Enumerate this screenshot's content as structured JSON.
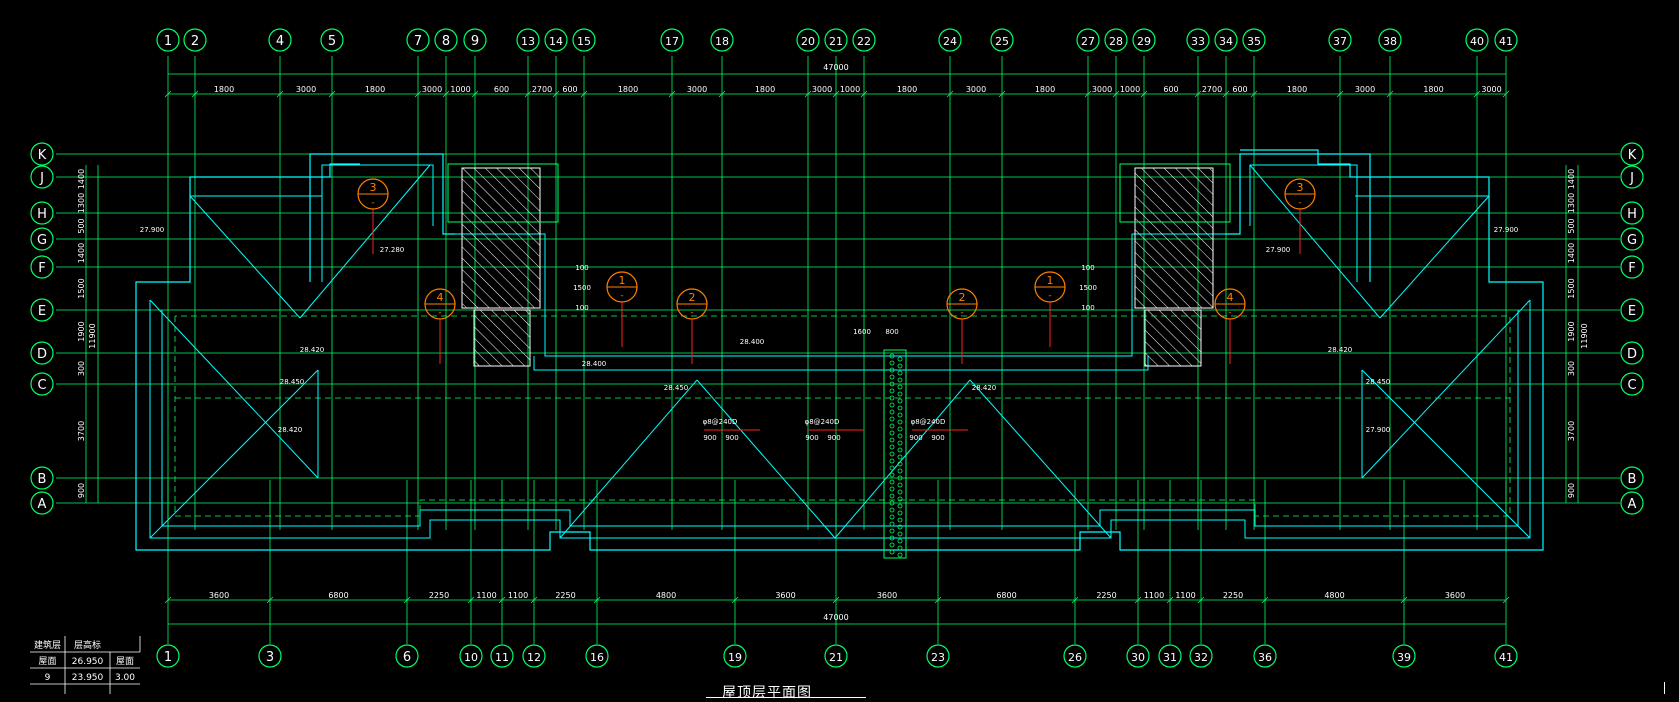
{
  "drawing": {
    "title": "屋顶层平面图",
    "total_dimension": "47000",
    "colors": {
      "background": "#000000",
      "axis": "#00ff66",
      "wall": "#00ffff",
      "tag": "#ff7f00",
      "red": "#ff2020",
      "white": "#ffffff",
      "blue": "#3366ff"
    }
  },
  "grid_top": [
    "1",
    "2",
    "4",
    "5",
    "7",
    "8",
    "9",
    "13",
    "14",
    "15",
    "17",
    "18",
    "20",
    "21",
    "22",
    "24",
    "25",
    "27",
    "28",
    "29",
    "33",
    "34",
    "35",
    "37",
    "38",
    "40",
    "41"
  ],
  "grid_bottom": [
    "1",
    "3",
    "6",
    "10",
    "11",
    "12",
    "16",
    "19",
    "21",
    "23",
    "26",
    "30",
    "31",
    "32",
    "36",
    "39",
    "41"
  ],
  "grid_rows": [
    "K",
    "J",
    "H",
    "G",
    "F",
    "E",
    "D",
    "C",
    "B",
    "A"
  ],
  "dims_top": [
    "1800",
    "3000",
    "1800",
    "3000",
    "1000",
    "600",
    "2700",
    "600",
    "1800",
    "3000",
    "1800",
    "3000",
    "1000",
    "1800",
    "3000",
    "1800",
    "3000",
    "1000",
    "600",
    "2700",
    "600",
    "1800",
    "3000",
    "1800",
    "3000",
    "1800"
  ],
  "dims_bottom": [
    "3600",
    "6800",
    "2250",
    "1100",
    "1100",
    "2250",
    "4800",
    "3600",
    "3600",
    "6800",
    "2250",
    "1100",
    "1100",
    "2250",
    "4800",
    "3600"
  ],
  "dims_left": [
    "1400",
    "1300",
    "500",
    "1400",
    "1500",
    "1900",
    "300",
    "3700",
    "900"
  ],
  "dims_left_total": "11900",
  "dims_right": [
    "1400",
    "1300",
    "500",
    "1400",
    "1500",
    "1900",
    "300",
    "3700",
    "900"
  ],
  "dims_right_total": "11900",
  "elevations": [
    "27.900",
    "27.280",
    "28.420",
    "28.450",
    "28.420",
    "28.400",
    "28.400",
    "28.450",
    "28.420",
    "28.420",
    "27.900",
    "27.900",
    "28.450",
    "27.900"
  ],
  "section_tags": [
    {
      "num": "3",
      "sub": "-"
    },
    {
      "num": "4",
      "sub": "-"
    },
    {
      "num": "1",
      "sub": "-"
    },
    {
      "num": "2",
      "sub": "-"
    },
    {
      "num": "2",
      "sub": "-"
    },
    {
      "num": "1",
      "sub": "-"
    },
    {
      "num": "4",
      "sub": "-"
    },
    {
      "num": "3",
      "sub": "-"
    }
  ],
  "small_texts": [
    "φ8@240D",
    "φ8@240D",
    "φ8@240D",
    "900",
    "900",
    "900",
    "900",
    "900",
    "900",
    "1600",
    "800",
    "100",
    "1500",
    "100",
    "100",
    "1500",
    "100"
  ],
  "level_table": {
    "headers": [
      "建筑层",
      "层高标"
    ],
    "rows": [
      [
        "屋面",
        "26.950",
        "屋面"
      ],
      [
        "9",
        "23.950",
        "3.00"
      ]
    ]
  }
}
